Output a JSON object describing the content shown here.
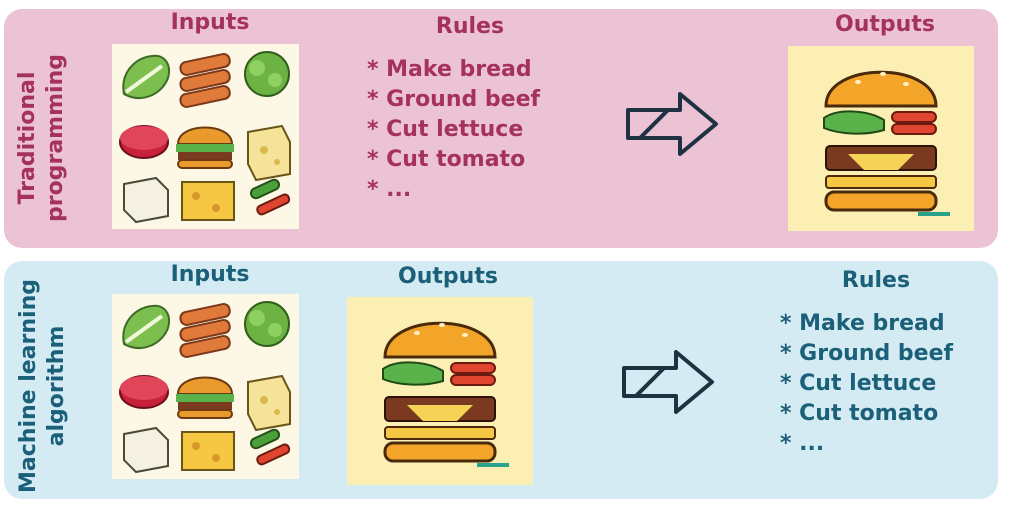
{
  "top_row": {
    "side_label_line1": "Traditional",
    "side_label_line2": "programming",
    "inputs_heading": "Inputs",
    "rules_heading": "Rules",
    "outputs_heading": "Outputs",
    "rules": [
      "* Make bread",
      "* Ground beef",
      "* Cut lettuce",
      "* Cut tomato",
      "* ..."
    ]
  },
  "bottom_row": {
    "side_label_line1": "Machine learning",
    "side_label_line2": "algorithm",
    "inputs_heading": "Inputs",
    "outputs_heading": "Outputs",
    "rules_heading": "Rules",
    "rules": [
      "* Make bread",
      "* Ground beef",
      "* Cut lettuce",
      "* Cut tomato",
      "* ..."
    ]
  },
  "colors": {
    "top_panel": "#ecc3d5",
    "bottom_panel": "#d5ebf3",
    "top_text": "#a4325a",
    "bottom_text": "#1b6079",
    "arrow": "#1f3242"
  },
  "icons": [
    "ingredients-illustration",
    "burger-illustration",
    "right-arrow-icon"
  ]
}
